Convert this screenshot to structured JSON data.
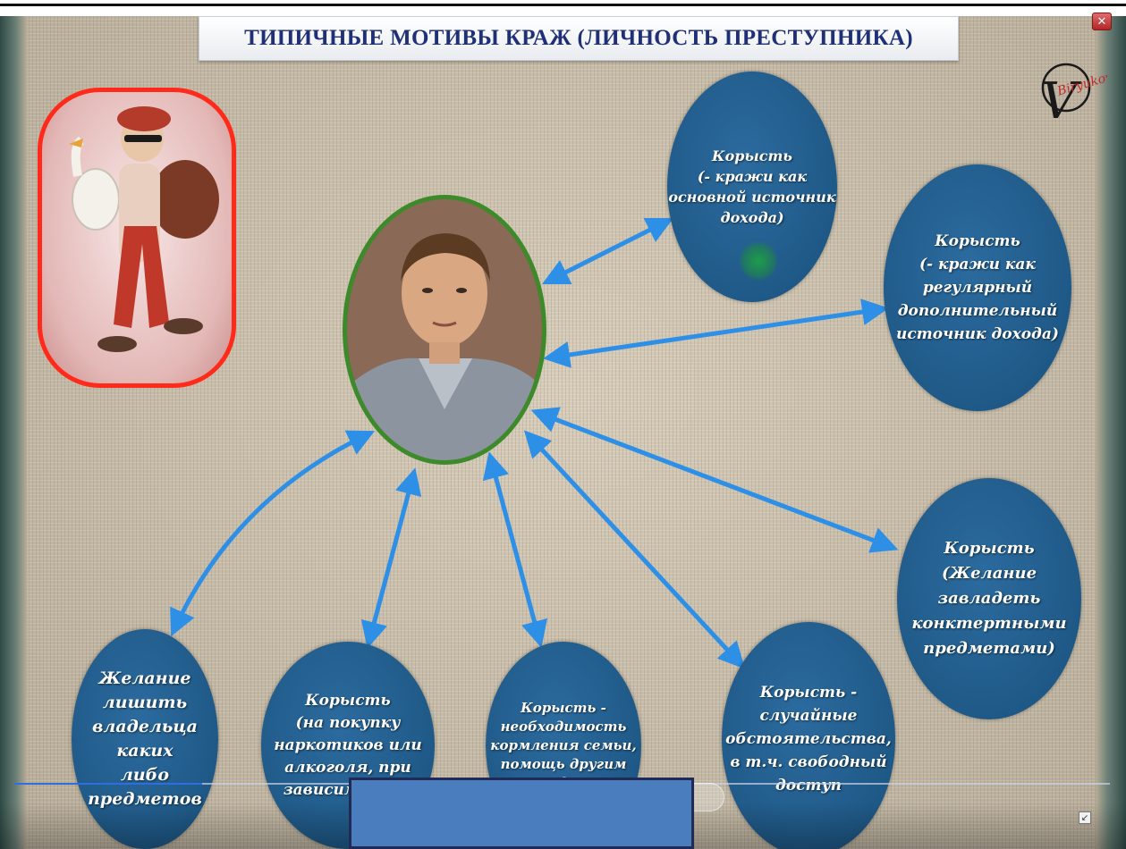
{
  "title": "ТИПИЧНЫЕ МОТИВЫ КРАЖ (ЛИЧНОСТЬ ПРЕСТУПНИКА)",
  "colors": {
    "title_text": "#1f2f78",
    "bubble": "#1f5987",
    "arrow": "#2e8fe6",
    "thief_frame": "#ff2a1a",
    "center_frame": "#3d8a2a"
  },
  "logo": {
    "letter": "V",
    "script": "Biryukov"
  },
  "close_icon": "close-icon",
  "bubbles": [
    {
      "id": "b1",
      "text": "Корысть\n(- кражи как\nосновной источник\nдохода)"
    },
    {
      "id": "b2",
      "text": "Корысть\n(- кражи как\nрегулярный\nдополнительный\nисточник дохода)"
    },
    {
      "id": "b3",
      "text": "Корысть\n(Желание\nзавладеть\nконктертными\nпредметами)"
    },
    {
      "id": "b4",
      "text": "Корысть -\nслучайные\nобстоятельства,\nв т.ч. свободный\nдоступ"
    },
    {
      "id": "b5",
      "text": "Корысть -\nнеобходимость\nкормления семьи,\nпомощь другим\nи др."
    },
    {
      "id": "b6",
      "text": "Корысть\n(на  покупку\nнаркотиков или\nалкоголя, при\nзависимости)"
    },
    {
      "id": "b7",
      "text": "Желание\nлишить\nвладельца каких\nлибо\nпредметов"
    }
  ],
  "images": {
    "thief": "cartoon-thief-with-goose",
    "center": "portrait-of-young-man-in-uniform"
  }
}
